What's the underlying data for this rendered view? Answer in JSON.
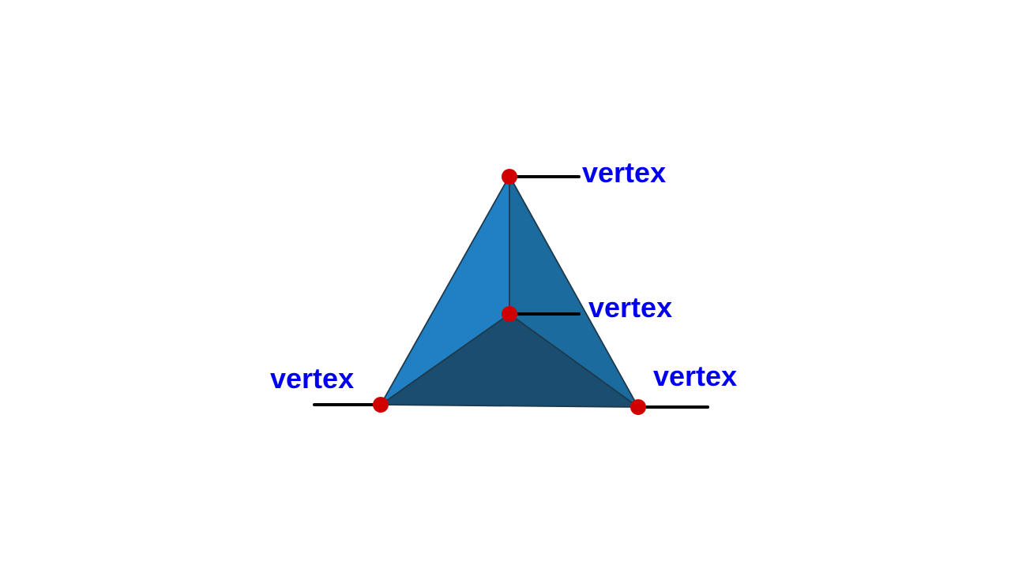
{
  "diagram": {
    "colors": {
      "face_left": "#2180c3",
      "face_right": "#1b6b9e",
      "face_bottom": "#1a4d70",
      "edge": "#1d3a4d",
      "vertex_dot": "#d10000",
      "leader_line": "#000000",
      "label_text": "#0000ee"
    },
    "labels": {
      "top": "vertex",
      "inner": "vertex",
      "bottom_left": "vertex",
      "bottom_right": "vertex"
    }
  }
}
